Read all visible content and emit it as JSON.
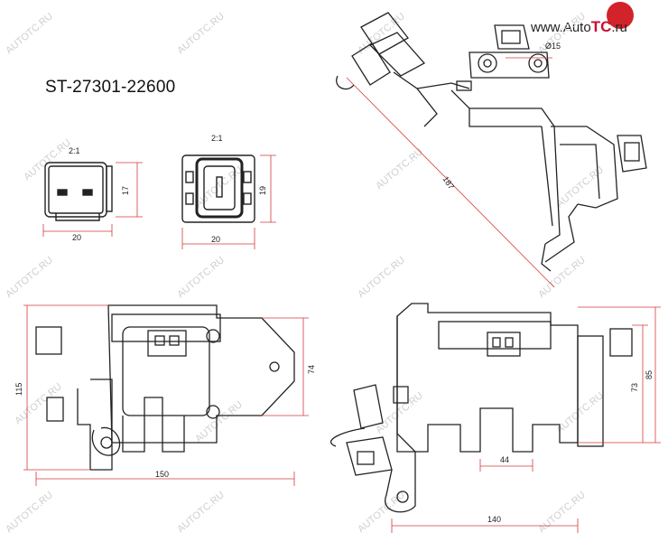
{
  "part_number": "ST-27301-22600",
  "site": {
    "prefix": "www.Auto",
    "brand": "TC",
    "suffix": ".ru"
  },
  "watermark": "AUTOTC.RU",
  "dimensions": {
    "connector1_scale": "2:1",
    "connector1_width": "20",
    "connector1_height": "17",
    "connector2_scale": "2:1",
    "connector2_width": "20",
    "connector2_height": "19",
    "hole_diameter": "Ø15",
    "diag_length": "187",
    "front_height": "115",
    "front_inner_height": "74",
    "front_width": "150",
    "side_height": "85",
    "side_inner_height": "73",
    "side_connector_width": "44",
    "side_width": "140"
  },
  "colors": {
    "line": "#222222",
    "dim_line": "#d43a3a",
    "watermark": "#cfcfcf",
    "brand": "#d2232a"
  }
}
